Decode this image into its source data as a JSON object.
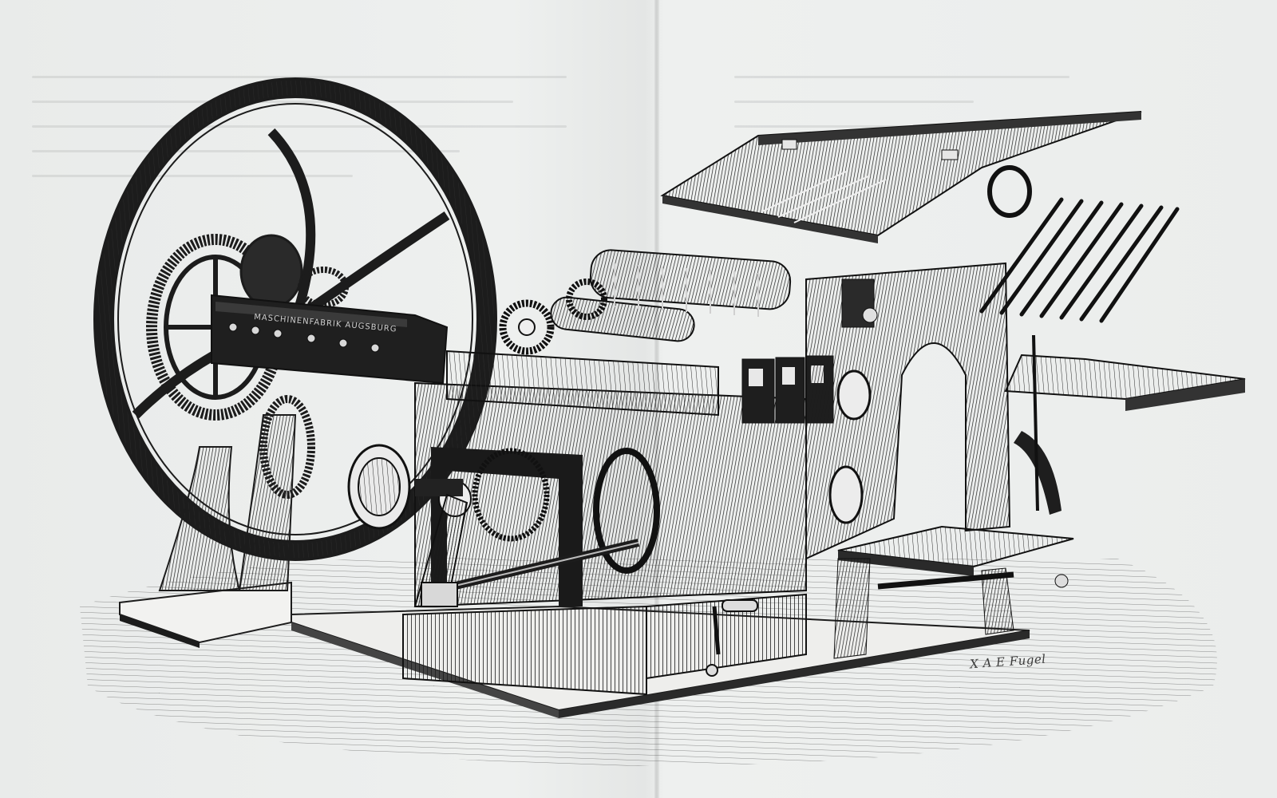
{
  "image": {
    "subject": "engraving",
    "palette": {
      "paper": "#eceeed",
      "ink": "#1c1c1c",
      "midtone": "#5a5a5a"
    }
  },
  "inscriptions": {
    "plate_text": "MASCHINENFABRIK AUGSBURG",
    "signature": "X A E Fugel"
  }
}
